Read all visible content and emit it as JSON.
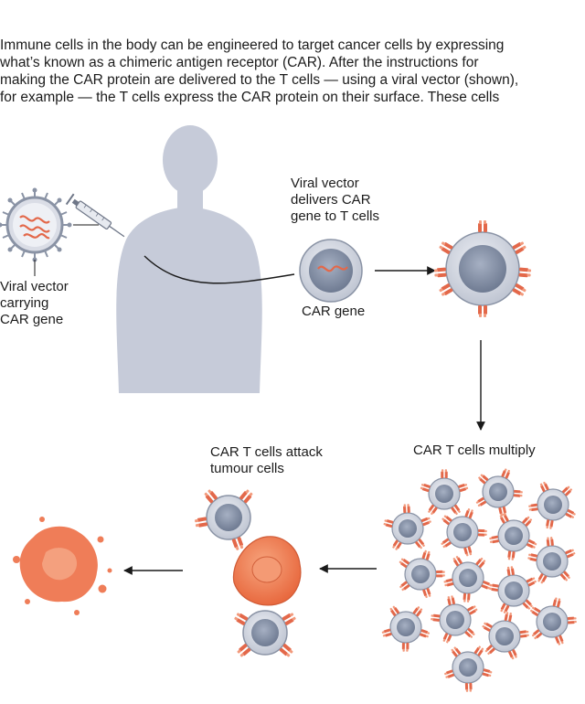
{
  "intro": {
    "lines": [
      "Immune cells in the body can be engineered to target cancer cells by expressing",
      "what’s known as a chimeric antigen receptor (CAR). After the instructions for",
      "making the CAR protein are delivered to the T cells — using a viral vector (shown),",
      "for example — the T cells express the CAR protein on their surface. These cells"
    ]
  },
  "labels": {
    "viral_vector_carrying": [
      "Viral vector",
      "carrying",
      "CAR gene"
    ],
    "viral_vector_delivers": [
      "Viral vector",
      "delivers CAR",
      "gene to T cells"
    ],
    "car_gene": "CAR gene",
    "car_t_multiply": "CAR T cells multiply",
    "car_t_attack": [
      "CAR T cells attack",
      "tumour cells"
    ]
  },
  "colors": {
    "body": "#c6cbd9",
    "cell_outer": "#cfd3dd",
    "cell_nucleus": "#7f8ba1",
    "receptor": "#e3684a",
    "tumour": "#ef7d58",
    "arrow": "#1a1a1a"
  }
}
